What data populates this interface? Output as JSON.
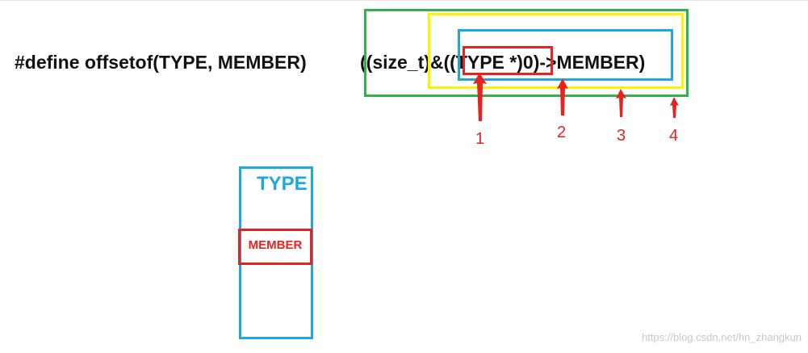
{
  "code": {
    "define_part": "#define offsetof(TYPE, MEMBER)",
    "expression": "((size_t)&((TYPE *)0)->MEMBER)"
  },
  "markers": [
    {
      "label": "1"
    },
    {
      "label": "2"
    },
    {
      "label": "3"
    },
    {
      "label": "4"
    }
  ],
  "struct_diagram": {
    "type_label": "TYPE",
    "member_label": "MEMBER"
  },
  "watermark": "https://blog.csdn.net/hn_zhangkun",
  "colors": {
    "green": "#2fb24a",
    "yellow": "#fff200",
    "blue": "#1ea7e1",
    "red": "#e8231f",
    "text": "#111111"
  }
}
